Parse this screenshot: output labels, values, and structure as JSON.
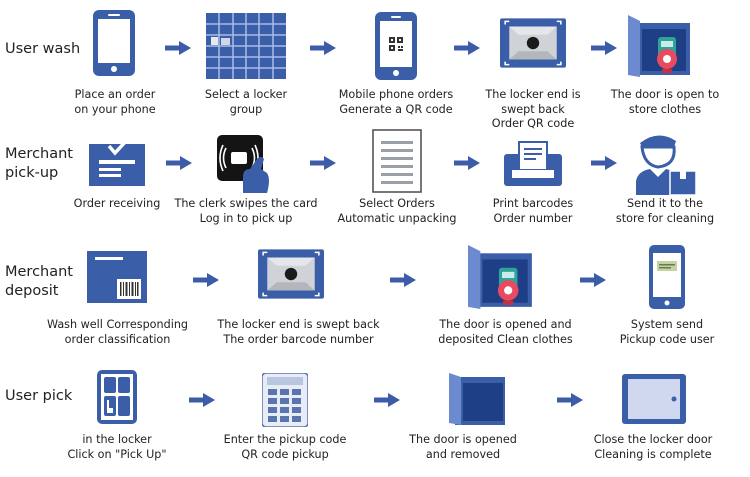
{
  "colors": {
    "primary": "#3a5fa8",
    "light": "#6b8ad0",
    "arrow": "#3c5ca8",
    "accent": "#e84a5f",
    "teal": "#2fa29a"
  },
  "rows": [
    {
      "label": "User wash",
      "steps": [
        {
          "icon": "phone-icon",
          "caption": "Place an order\non your phone"
        },
        {
          "icon": "locker-grid-icon",
          "caption": "Select a locker\ngroup"
        },
        {
          "icon": "phone-qr-icon",
          "caption": "Mobile phone orders\nGenerate a QR code"
        },
        {
          "icon": "scanner-icon",
          "caption": "The locker end is\nswept back\nOrder QR code"
        },
        {
          "icon": "open-door-bag-icon",
          "caption": "The door is open to\nstore clothes"
        }
      ]
    },
    {
      "label": "Merchant\npick-up",
      "steps": [
        {
          "icon": "clipboard-icon",
          "caption": "Order receiving"
        },
        {
          "icon": "card-swipe-icon",
          "caption": "The clerk swipes the card\nLog in to pick up"
        },
        {
          "icon": "document-list-icon",
          "caption": "Select Orders\nAutomatic unpacking"
        },
        {
          "icon": "printer-icon",
          "caption": "Print barcodes\nOrder number"
        },
        {
          "icon": "delivery-man-icon",
          "caption": "Send it to the\nstore for cleaning"
        }
      ]
    },
    {
      "label": "Merchant\ndeposit",
      "steps": [
        {
          "icon": "barcode-label-icon",
          "caption": "Wash well Corresponding\norder classification"
        },
        {
          "icon": "scanner-icon",
          "caption": "The locker end is swept back\nThe order barcode number"
        },
        {
          "icon": "open-door-bag-icon",
          "caption": "The door is opened and\ndeposited Clean clothes"
        },
        {
          "icon": "phone-message-icon",
          "caption": "System send\nPickup code user"
        }
      ]
    },
    {
      "label": "User pick",
      "steps": [
        {
          "icon": "touch-panel-icon",
          "caption": "in the locker\nClick on \"Pick Up\""
        },
        {
          "icon": "keypad-icon",
          "caption": "Enter the pickup code\nQR code pickup"
        },
        {
          "icon": "open-door-icon",
          "caption": "The door is opened\nand removed"
        },
        {
          "icon": "closed-door-icon",
          "caption": "Close the locker door\nCleaning is complete"
        }
      ]
    }
  ]
}
